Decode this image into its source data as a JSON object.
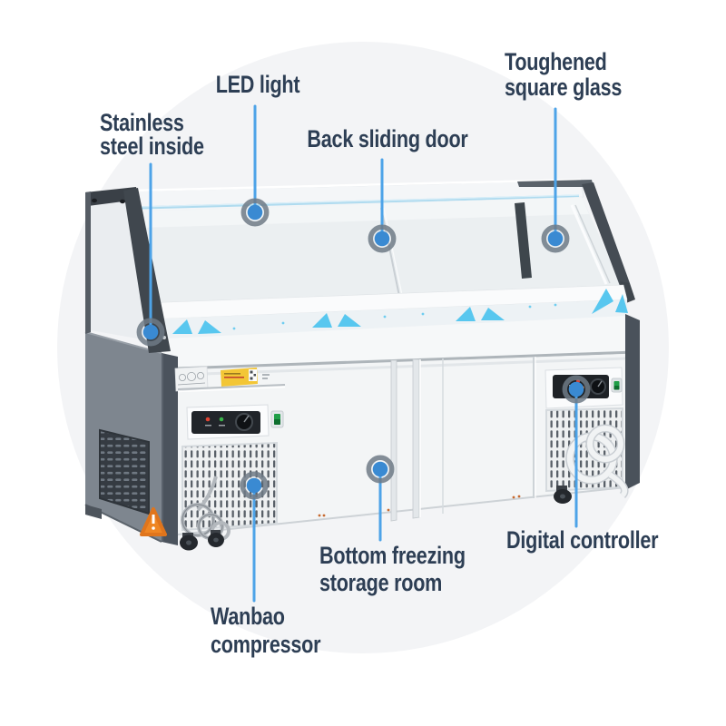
{
  "page": {
    "type": "product-feature-diagram",
    "product": "Glass-top deli display refrigerator with bottom freezing storage",
    "background_color": "#ffffff",
    "circle_backdrop_color": "#f3f4f6"
  },
  "colors": {
    "label_text": "#2d3e54",
    "leader_line": "#4da3e8",
    "dot_fill": "#3a8ad2",
    "dot_ring": "#6f7a86",
    "film_triangle_cyan": "#58c7ef",
    "warning_sticker_orange": "#ef8623",
    "sticker_yellow": "#f3c636",
    "indicator_red": "#e04433",
    "indicator_green": "#39b54a",
    "cabinet_white": "#f3f5f6",
    "side_panel_gray": "#7e868f",
    "frame_dark": "#40474e"
  },
  "callouts": [
    {
      "id": "stainless-steel-inside",
      "line1": "Stainless",
      "line2": "steel inside"
    },
    {
      "id": "led-light",
      "line1": "LED light"
    },
    {
      "id": "back-sliding-door",
      "line1": "Back sliding door"
    },
    {
      "id": "toughened-square-glass",
      "line1": "Toughened",
      "line2": "square glass"
    },
    {
      "id": "wanbao-compressor",
      "line1": "Wanbao",
      "line2": "compressor"
    },
    {
      "id": "bottom-freezing-storage-room",
      "line1": "Bottom freezing",
      "line2": "storage room"
    },
    {
      "id": "digital-controller",
      "line1": "Digital controller"
    }
  ]
}
